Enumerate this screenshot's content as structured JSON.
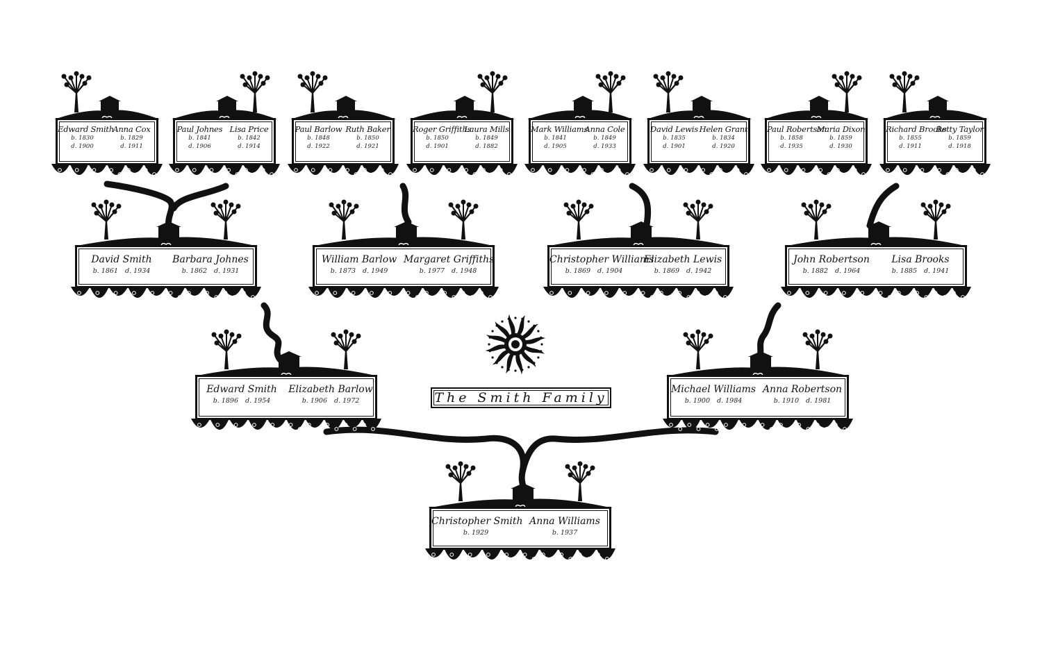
{
  "title": "The Smith Family",
  "generation_4": [
    {
      "left": {
        "name": "Edward Smith",
        "born": "b. 1830",
        "died": "d. 1900"
      },
      "right": {
        "name": "Anna Cox",
        "born": "b. 1829",
        "died": "d. 1911"
      }
    },
    {
      "left": {
        "name": "Paul Johnes",
        "born": "b. 1841",
        "died": "d. 1906"
      },
      "right": {
        "name": "Lisa Price",
        "born": "b. 1842",
        "died": "d. 1914"
      }
    },
    {
      "left": {
        "name": "Paul Barlow",
        "born": "b. 1848",
        "died": "d. 1922"
      },
      "right": {
        "name": "Ruth Baker",
        "born": "b. 1850",
        "died": "d. 1921"
      }
    },
    {
      "left": {
        "name": "Roger Griffiths",
        "born": "b. 1850",
        "died": "d. 1901"
      },
      "right": {
        "name": "Laura Mills",
        "born": "b. 1849",
        "died": "d. 1882"
      }
    },
    {
      "left": {
        "name": "Mark Williams",
        "born": "b. 1841",
        "died": "d. 1905"
      },
      "right": {
        "name": "Anna Cole",
        "born": "b. 1849",
        "died": "d. 1933"
      }
    },
    {
      "left": {
        "name": "David Lewis",
        "born": "b. 1835",
        "died": "d. 1901"
      },
      "right": {
        "name": "Helen Grant",
        "born": "b. 1834",
        "died": "d. 1920"
      }
    },
    {
      "left": {
        "name": "Paul Robertson",
        "born": "b. 1858",
        "died": "d. 1935"
      },
      "right": {
        "name": "Maria Dixon",
        "born": "b. 1859",
        "died": "d. 1930"
      }
    },
    {
      "left": {
        "name": "Richard Brooks",
        "born": "b. 1855",
        "died": "d. 1911"
      },
      "right": {
        "name": "Betty Taylor",
        "born": "b. 1859",
        "died": "d. 1918"
      }
    }
  ],
  "generation_3": [
    {
      "left": {
        "name": "David Smith",
        "born": "b. 1861",
        "died": "d. 1934"
      },
      "right": {
        "name": "Barbara Johnes",
        "born": "b. 1862",
        "died": "d. 1931"
      }
    },
    {
      "left": {
        "name": "William Barlow",
        "born": "b. 1873",
        "died": "d. 1949"
      },
      "right": {
        "name": "Margaret Griffiths",
        "born": "b. 1977",
        "died": "d. 1948"
      }
    },
    {
      "left": {
        "name": "Christopher Williams",
        "born": "b. 1869",
        "died": "d. 1904"
      },
      "right": {
        "name": "Elizabeth Lewis",
        "born": "b. 1869",
        "died": "d. 1942"
      }
    },
    {
      "left": {
        "name": "John Robertson",
        "born": "b. 1882",
        "died": "d. 1964"
      },
      "right": {
        "name": "Lisa Brooks",
        "born": "b. 1885",
        "died": "d. 1941"
      }
    }
  ],
  "generation_2": [
    {
      "left": {
        "name": "Edward Smith",
        "born": "b. 1896",
        "died": "d. 1954"
      },
      "right": {
        "name": "Elizabeth Barlow",
        "born": "b. 1906",
        "died": "d. 1972"
      }
    },
    {
      "left": {
        "name": "Michael Williams",
        "born": "b. 1900",
        "died": "d. 1984"
      },
      "right": {
        "name": "Anna Robertson",
        "born": "b. 1910",
        "died": "d. 1981"
      }
    }
  ],
  "generation_1": [
    {
      "left": {
        "name": "Christopher Smith",
        "born": "b. 1929",
        "died": ""
      },
      "right": {
        "name": "Anna Williams",
        "born": "b. 1937",
        "died": ""
      }
    }
  ]
}
